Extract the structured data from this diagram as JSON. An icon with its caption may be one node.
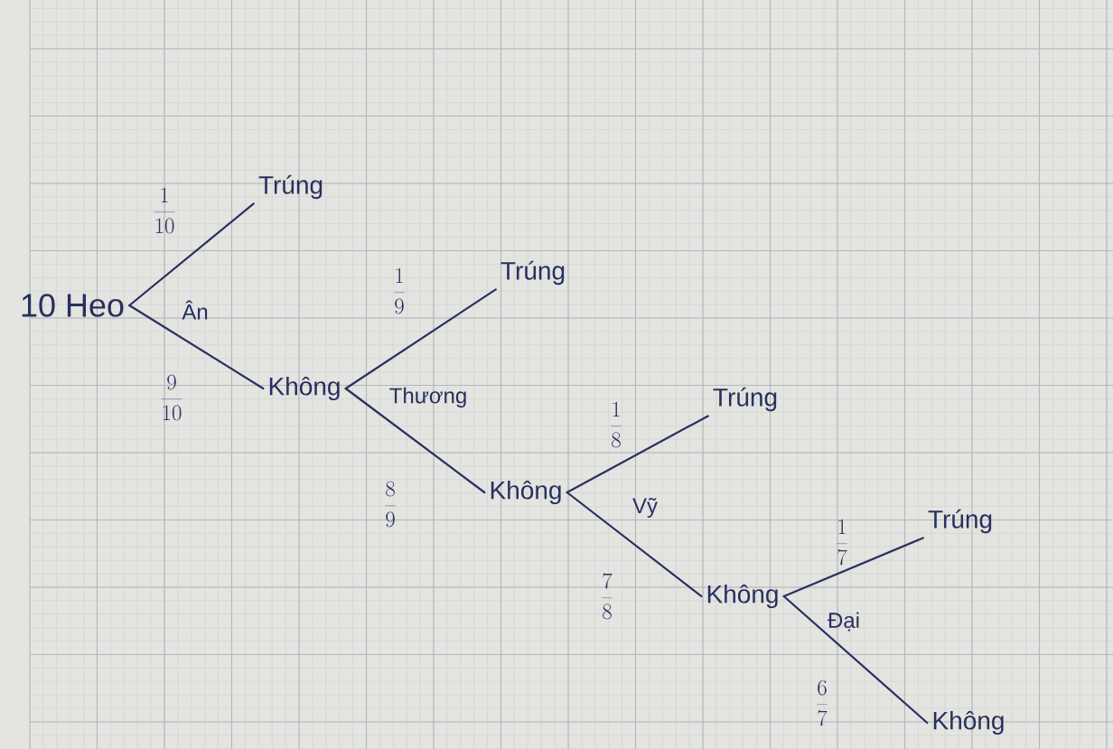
{
  "diagram": {
    "nodes": [
      {
        "text": [
          "10 Heo"
        ]
      },
      {
        "text": [
          "Trúng"
        ]
      },
      {
        "text": [
          "Không"
        ]
      },
      {
        "text": [
          "Trúng"
        ]
      },
      {
        "text": [
          "Không"
        ]
      },
      {
        "text": [
          "Trúng"
        ]
      },
      {
        "text": [
          "Không"
        ]
      },
      {
        "text": [
          "Trúng"
        ]
      },
      {
        "text": [
          "Không"
        ]
      }
    ],
    "edges": [
      {
        "from": 0,
        "to": 1,
        "arrow": "none",
        "label": "\\frac{1}{10}"
      },
      {
        "from": 0,
        "to": 2,
        "arrow": "none",
        "label": "\\frac{9}{10}"
      },
      {
        "from": 2,
        "to": 3,
        "arrow": "none",
        "label": "\\frac{1}{9}"
      },
      {
        "from": 2,
        "to": 4,
        "arrow": "none",
        "label": "\\frac{8}{9}"
      },
      {
        "from": 4,
        "to": 5,
        "arrow": "none",
        "label": "\\frac{1}{8}"
      },
      {
        "from": 4,
        "to": 6,
        "arrow": "none",
        "label": "\\frac{7}{8}"
      },
      {
        "from": 6,
        "to": 7,
        "arrow": "none",
        "label": "\\frac{1}{7}"
      },
      {
        "from": 6,
        "to": 8,
        "arrow": "none",
        "label": "\\frac{6}{7}"
      }
    ],
    "labels": [
      "Ân",
      "Thương",
      "Vỹ",
      "Đại"
    ]
  }
}
